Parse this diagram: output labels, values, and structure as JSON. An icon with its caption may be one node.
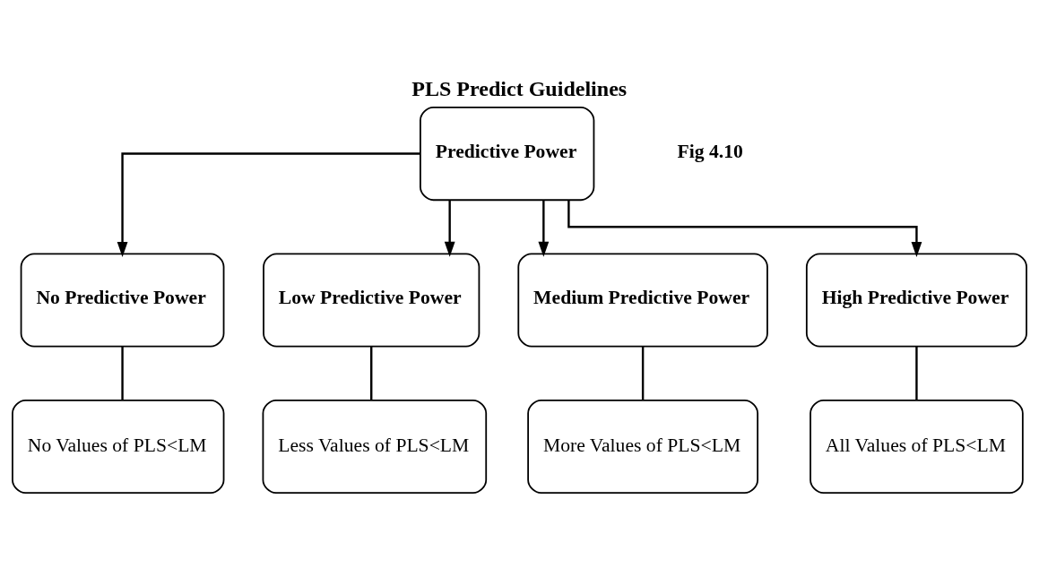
{
  "diagram": {
    "title": "PLS Predict Guidelines",
    "nodes": [
      {
        "text": [
          "Predictive Power"
        ]
      },
      {
        "text": [
          "No Predictive Power"
        ]
      },
      {
        "text": [
          "Low Predictive Power"
        ]
      },
      {
        "text": [
          "Medium Predictive Power"
        ]
      },
      {
        "text": [
          "High Predictive Power"
        ]
      },
      {
        "text": [
          "No Values of PLS<LM"
        ]
      },
      {
        "text": [
          "Less Values of PLS<LM"
        ]
      },
      {
        "text": [
          "More Values of PLS<LM"
        ]
      },
      {
        "text": [
          "All Values of PLS<LM"
        ]
      }
    ],
    "edges": [
      {
        "from": 0,
        "to": 1,
        "arrow": "to"
      },
      {
        "from": 0,
        "to": 2,
        "arrow": "to"
      },
      {
        "from": 0,
        "to": 3,
        "arrow": "to"
      },
      {
        "from": 0,
        "to": 4,
        "arrow": "to"
      },
      {
        "from": 1,
        "to": 5,
        "arrow": "none"
      },
      {
        "from": 2,
        "to": 6,
        "arrow": "none"
      },
      {
        "from": 3,
        "to": 7,
        "arrow": "none"
      },
      {
        "from": 4,
        "to": 8,
        "arrow": "none"
      }
    ],
    "labels": [
      "Fig 4.10"
    ]
  }
}
